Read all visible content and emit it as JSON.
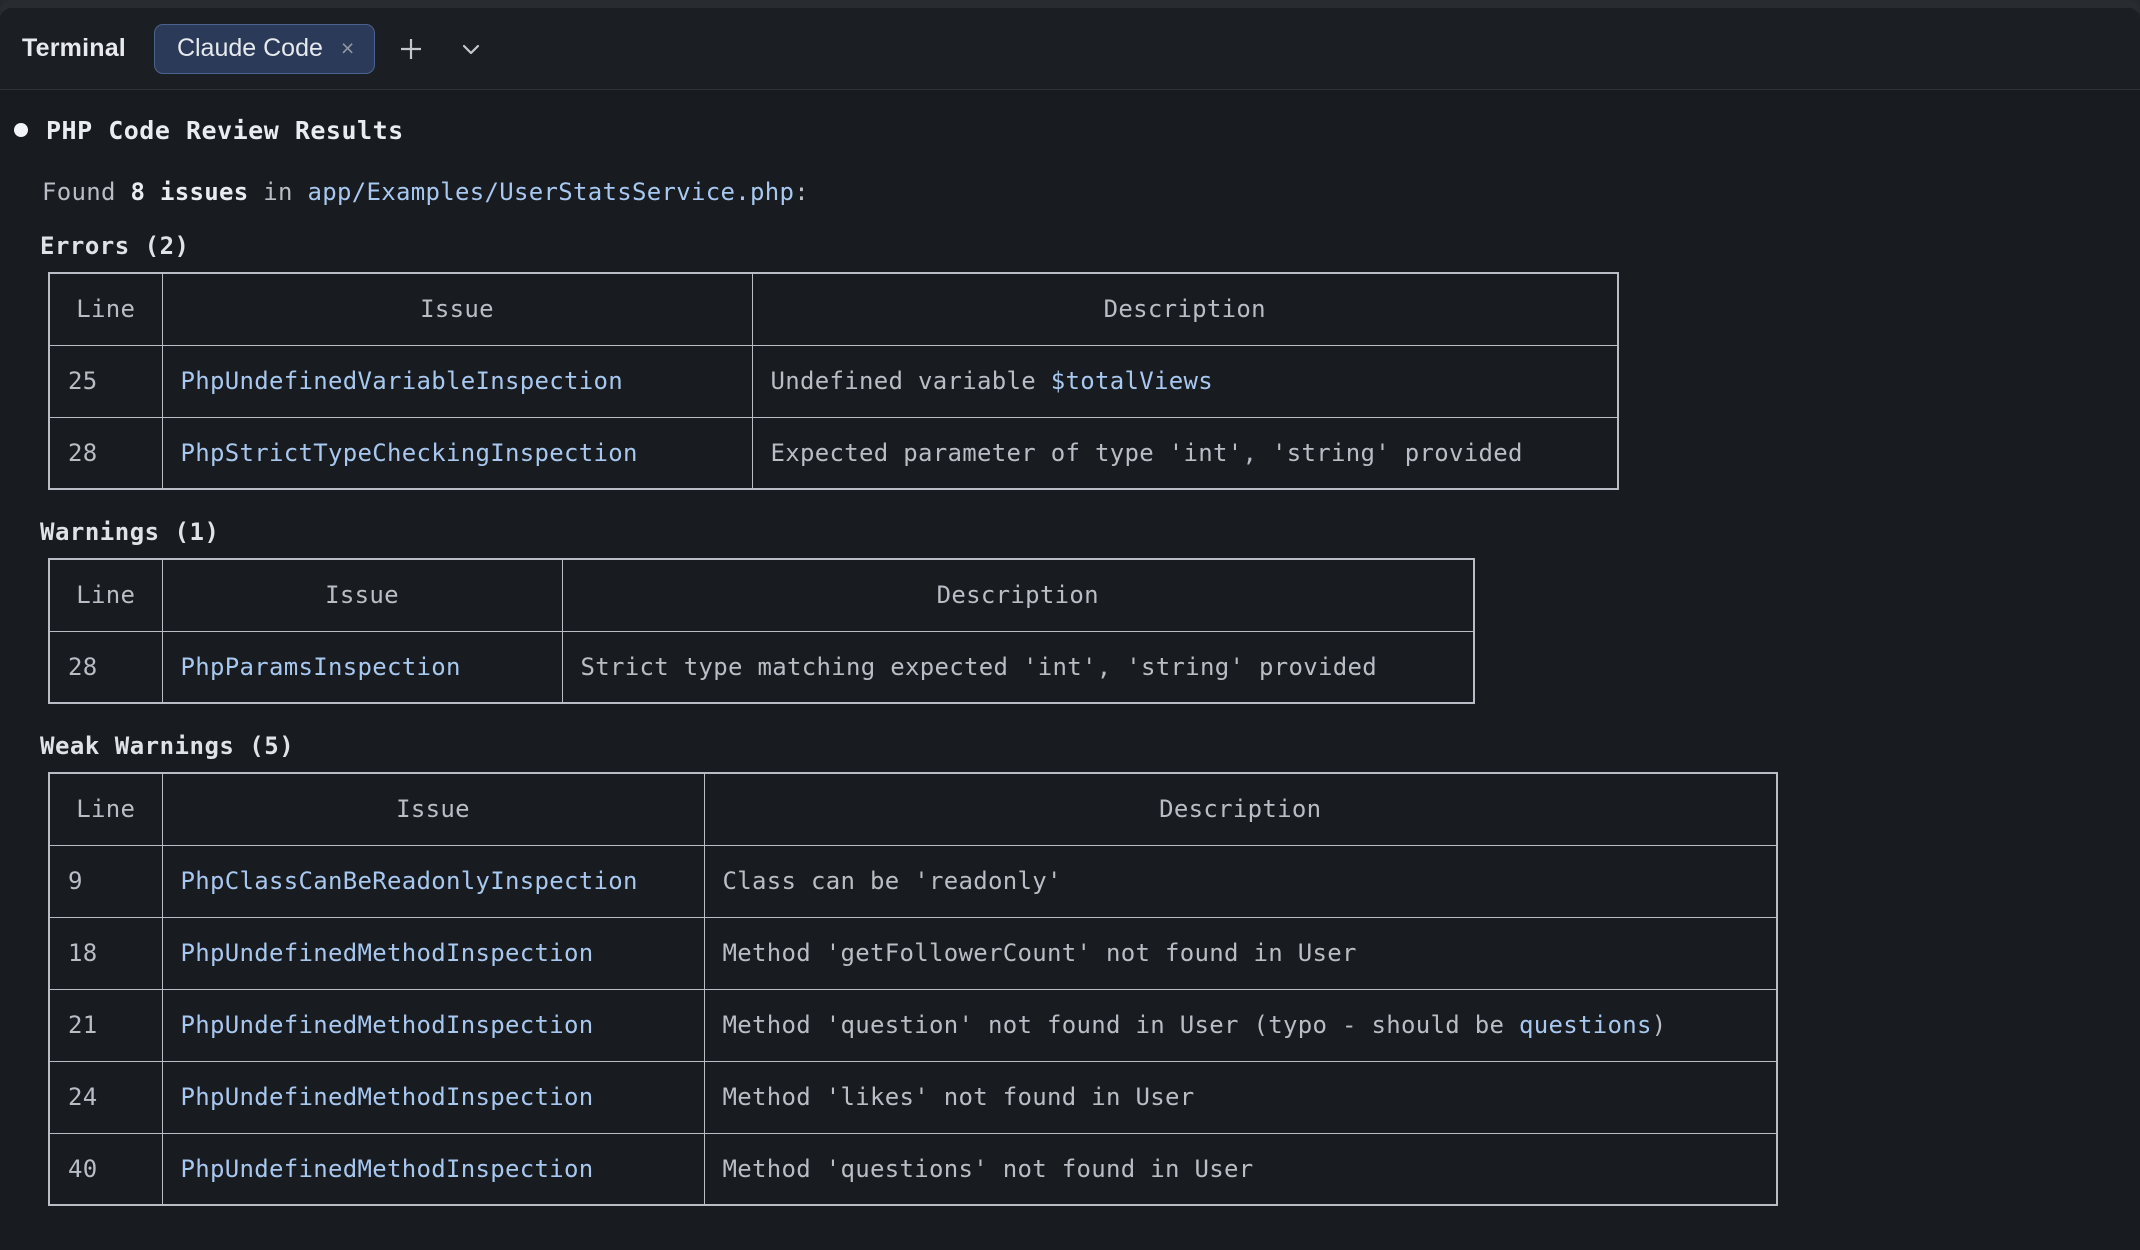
{
  "header": {
    "title": "Terminal",
    "tab": {
      "label": "Claude Code",
      "close": "×"
    },
    "new_tab_icon": "plus-icon",
    "menu_icon": "chevron-down-icon"
  },
  "terminal": {
    "heading": "PHP Code Review Results",
    "summary": {
      "prefix": "Found ",
      "count": "8 issues",
      "middle": " in ",
      "path": "app/Examples/UserStatsService.php",
      "suffix": ":"
    },
    "sections": [
      {
        "title": "Errors (2)",
        "columns": [
          "Line",
          "Issue",
          "Description"
        ],
        "rows": [
          {
            "line": "25",
            "issue": "PhpUndefinedVariableInspection",
            "desc_pre": "Undefined variable ",
            "desc_code": "$totalViews",
            "desc_post": ""
          },
          {
            "line": "28",
            "issue": "PhpStrictTypeCheckingInspection",
            "desc_pre": "Expected parameter of type 'int', 'string' provided",
            "desc_code": "",
            "desc_post": ""
          }
        ]
      },
      {
        "title": "Warnings (1)",
        "columns": [
          "Line",
          "Issue",
          "Description"
        ],
        "rows": [
          {
            "line": "28",
            "issue": "PhpParamsInspection",
            "desc_pre": "Strict type matching expected 'int', 'string' provided",
            "desc_code": "",
            "desc_post": ""
          }
        ]
      },
      {
        "title": "Weak Warnings (5)",
        "columns": [
          "Line",
          "Issue",
          "Description"
        ],
        "rows": [
          {
            "line": "9",
            "issue": "PhpClassCanBeReadonlyInspection",
            "desc_pre": "Class can be 'readonly'",
            "desc_code": "",
            "desc_post": ""
          },
          {
            "line": "18",
            "issue": "PhpUndefinedMethodInspection",
            "desc_pre": "Method 'getFollowerCount' not found in User",
            "desc_code": "",
            "desc_post": ""
          },
          {
            "line": "21",
            "issue": "PhpUndefinedMethodInspection",
            "desc_pre": "Method 'question' not found in User (typo - should be ",
            "desc_code": "questions",
            "desc_post": ")"
          },
          {
            "line": "24",
            "issue": "PhpUndefinedMethodInspection",
            "desc_pre": "Method 'likes' not found in User",
            "desc_code": "",
            "desc_post": ""
          },
          {
            "line": "40",
            "issue": "PhpUndefinedMethodInspection",
            "desc_pre": "Method 'questions' not found in User",
            "desc_code": "",
            "desc_post": ""
          }
        ]
      }
    ]
  },
  "colors": {
    "window_bg": "#181b1f",
    "header_bg": "#1b1e22",
    "tab_bg": "#2b3a58",
    "tab_border": "#4a628f",
    "text": "#b9bec6",
    "bright_text": "#e9ecf0",
    "code_blue": "#a8c8f0",
    "table_border": "#b9bec6"
  }
}
